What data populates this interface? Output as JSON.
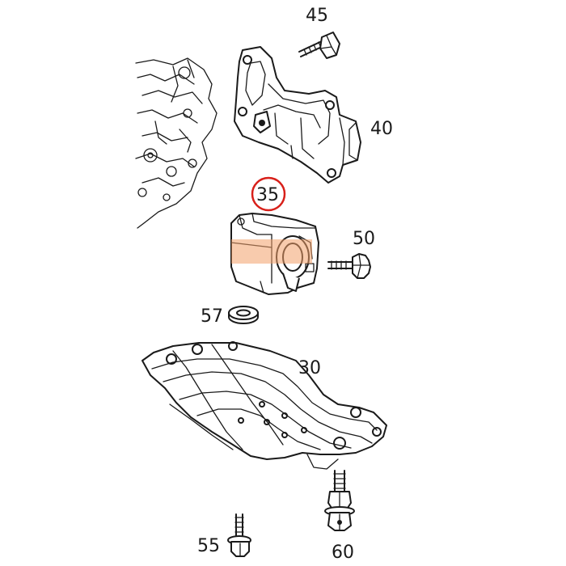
{
  "parts": [
    {
      "id": "bolt_top",
      "label": "45"
    },
    {
      "id": "bracket",
      "label": "40"
    },
    {
      "id": "mount",
      "label": "35"
    },
    {
      "id": "bolt_mount",
      "label": "50"
    },
    {
      "id": "washer",
      "label": "57"
    },
    {
      "id": "crossmember",
      "label": "30"
    },
    {
      "id": "bolt_left",
      "label": "55"
    },
    {
      "id": "bolt_right",
      "label": "60"
    }
  ],
  "highlight": {
    "part": "35",
    "color": "#d8201a"
  },
  "watermark": {
    "color": "#f3a06a"
  }
}
